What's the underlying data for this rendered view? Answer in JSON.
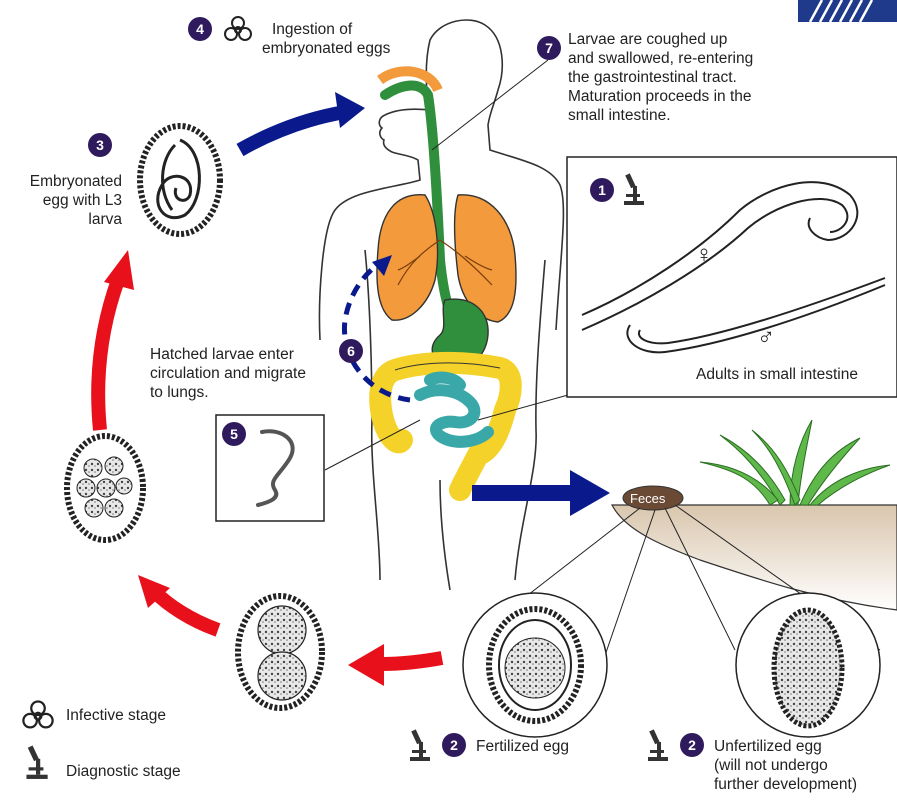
{
  "stages": {
    "s1": {
      "number": "1",
      "label": "Adults in small intestine"
    },
    "s2a": {
      "number": "2",
      "label": "Fertilized egg"
    },
    "s2b": {
      "number": "2",
      "label_lines": [
        "Unfertilized egg",
        "(will not undergo",
        "further development)"
      ]
    },
    "s3": {
      "number": "3",
      "label_lines": [
        "Embryonated",
        "egg with L3",
        "larva"
      ]
    },
    "s4": {
      "number": "4",
      "label_lines": [
        "Ingestion of",
        "embryonated eggs"
      ]
    },
    "s5": {
      "number": "5"
    },
    "s6": {
      "number": "6",
      "label_lines": [
        "Hatched larvae enter",
        "circulation and migrate",
        "to lungs."
      ]
    },
    "s7": {
      "number": "7",
      "label_lines": [
        "Larvae are coughed up",
        "and swallowed, re-entering",
        "the gastrointestinal tract.",
        "Maturation proceeds in the",
        "small intestine."
      ]
    }
  },
  "feces_label": "Feces",
  "sex_symbols": {
    "female": "♀",
    "male": "♂"
  },
  "legend": {
    "infective": "Infective stage",
    "diagnostic": "Diagnostic stage"
  },
  "icons": {
    "biohazard": "biohazard-icon",
    "microscope": "microscope-icon"
  },
  "colors": {
    "badge": "#2e1a5c",
    "red_arrow": "#e8111b",
    "blue_arrow": "#0a1a8c",
    "lungs": "#f29a3c",
    "trachea": "#2f8f3c",
    "stomach": "#3aa8a8",
    "colon": "#f5d22a"
  }
}
